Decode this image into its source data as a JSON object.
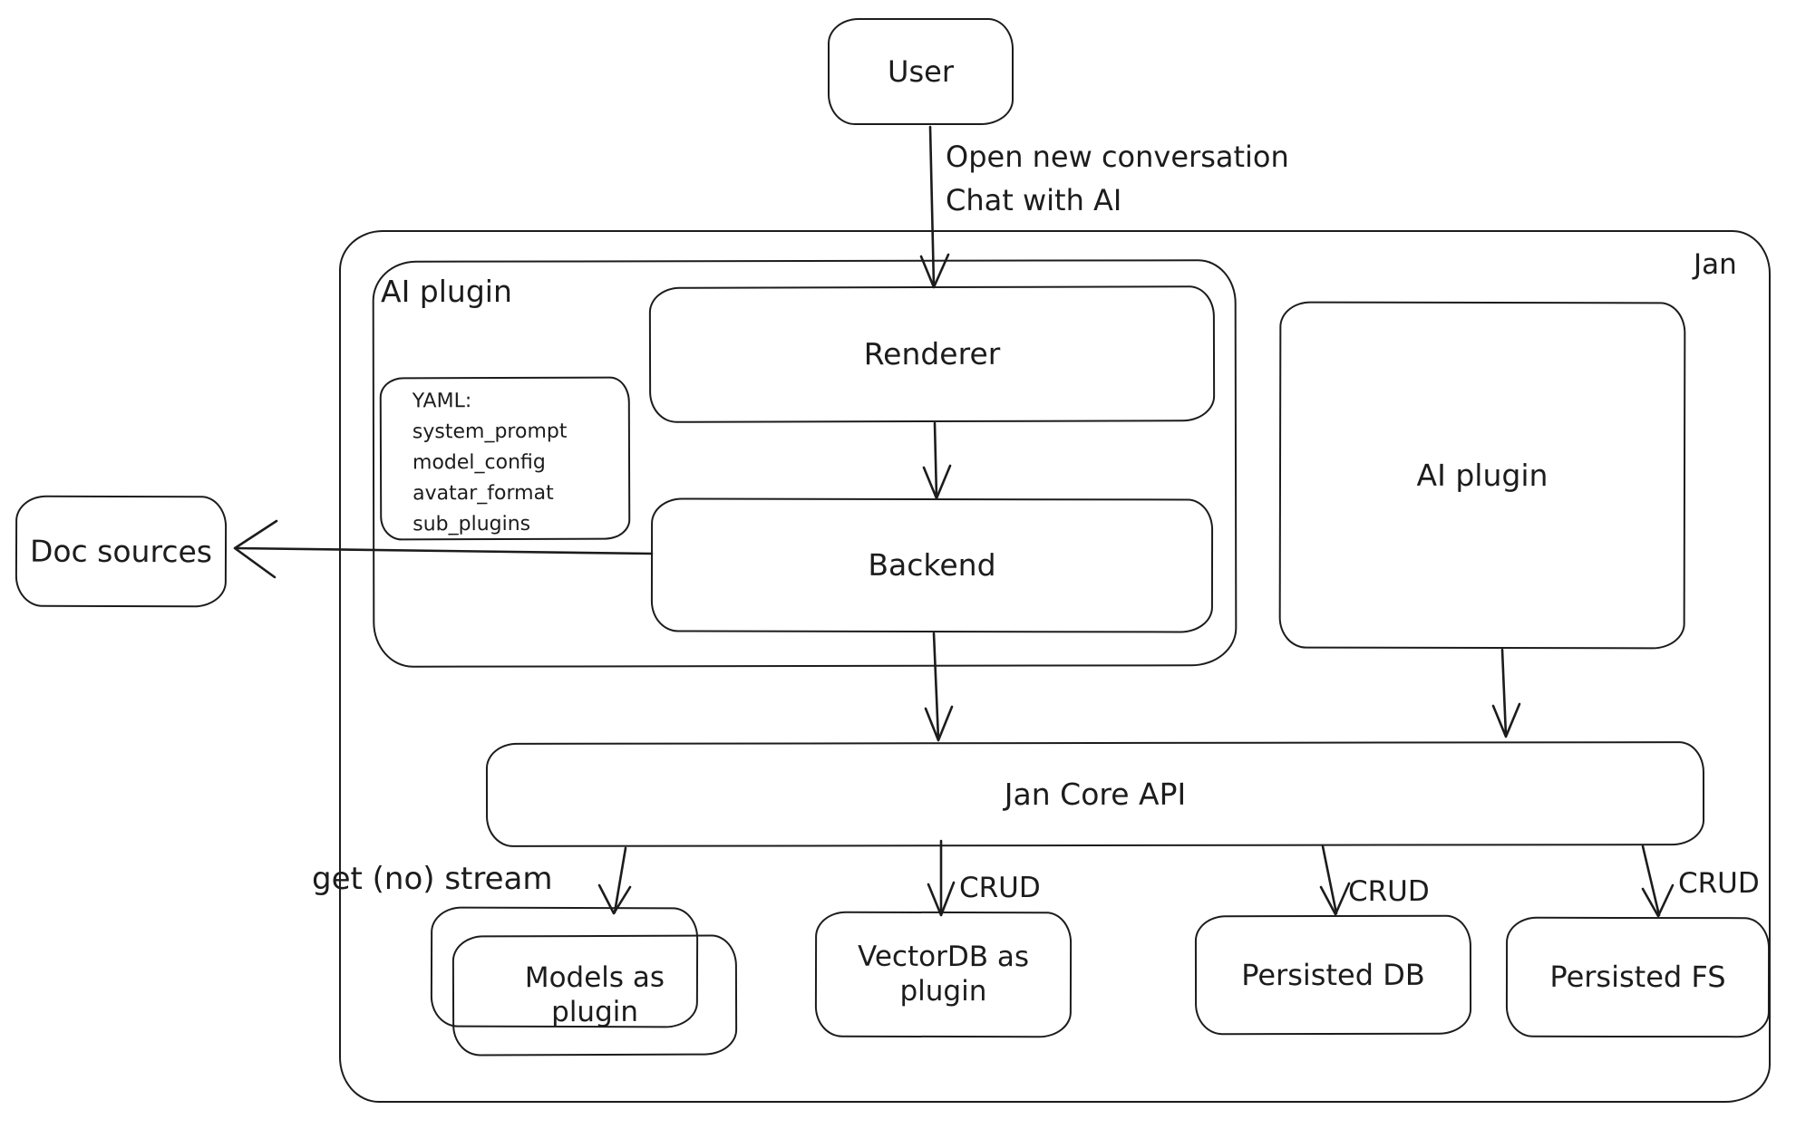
{
  "colors": {
    "stroke": "#1c1c1c",
    "background": "#ffffff"
  },
  "container": {
    "label": "Jan"
  },
  "nodes": {
    "user": {
      "label": "User"
    },
    "ai_plugin_left": {
      "label": "AI plugin"
    },
    "yaml_note": {
      "lines": [
        "YAML:",
        "system_prompt",
        "model_config",
        "avatar_format",
        "sub_plugins"
      ]
    },
    "renderer": {
      "label": "Renderer"
    },
    "backend": {
      "label": "Backend"
    },
    "doc_sources": {
      "label": "Doc sources"
    },
    "ai_plugin_right": {
      "label": "AI plugin"
    },
    "jan_core_api": {
      "label": "Jan Core API"
    },
    "models": {
      "line1": "Models as",
      "line2": "plugin"
    },
    "vectordb": {
      "line1": "VectorDB as",
      "line2": "plugin"
    },
    "persisted_db": {
      "label": "Persisted DB"
    },
    "persisted_fs": {
      "label": "Persisted FS"
    }
  },
  "edges": {
    "user_to_renderer": {
      "line1": "Open new conversation",
      "line2": "Chat with AI"
    },
    "api_to_models": {
      "label": "get (no) stream"
    },
    "api_to_vectordb": {
      "label": "CRUD"
    },
    "api_to_persisted_db": {
      "label": "CRUD"
    },
    "api_to_persisted_fs": {
      "label": "CRUD"
    }
  }
}
